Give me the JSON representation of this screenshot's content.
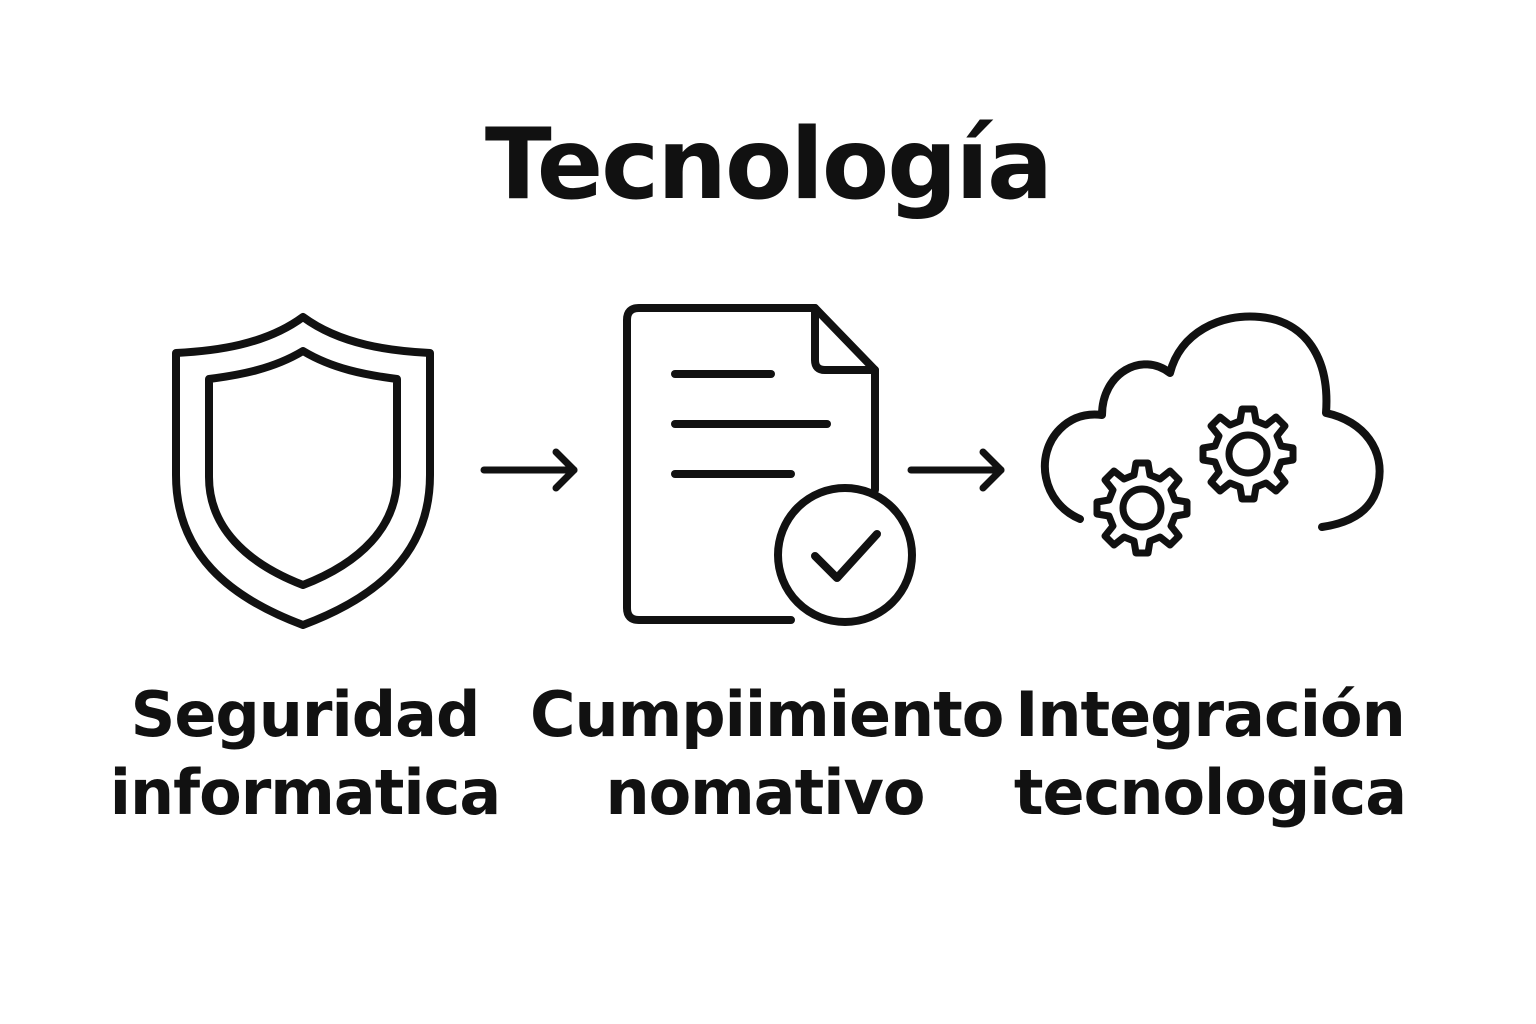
{
  "title": "Tecnología",
  "steps": [
    {
      "icon": "shield-icon",
      "label_line1": "Seguridad",
      "label_line2": "informatica"
    },
    {
      "icon": "document-check-icon",
      "label_line1": "Cumpiimiento",
      "label_line2": "nomativo"
    },
    {
      "icon": "cloud-gears-icon",
      "label_line1": "Integración",
      "label_line2": "tecnologica"
    }
  ],
  "colors": {
    "stroke": "#111111",
    "background": "#ffffff"
  }
}
